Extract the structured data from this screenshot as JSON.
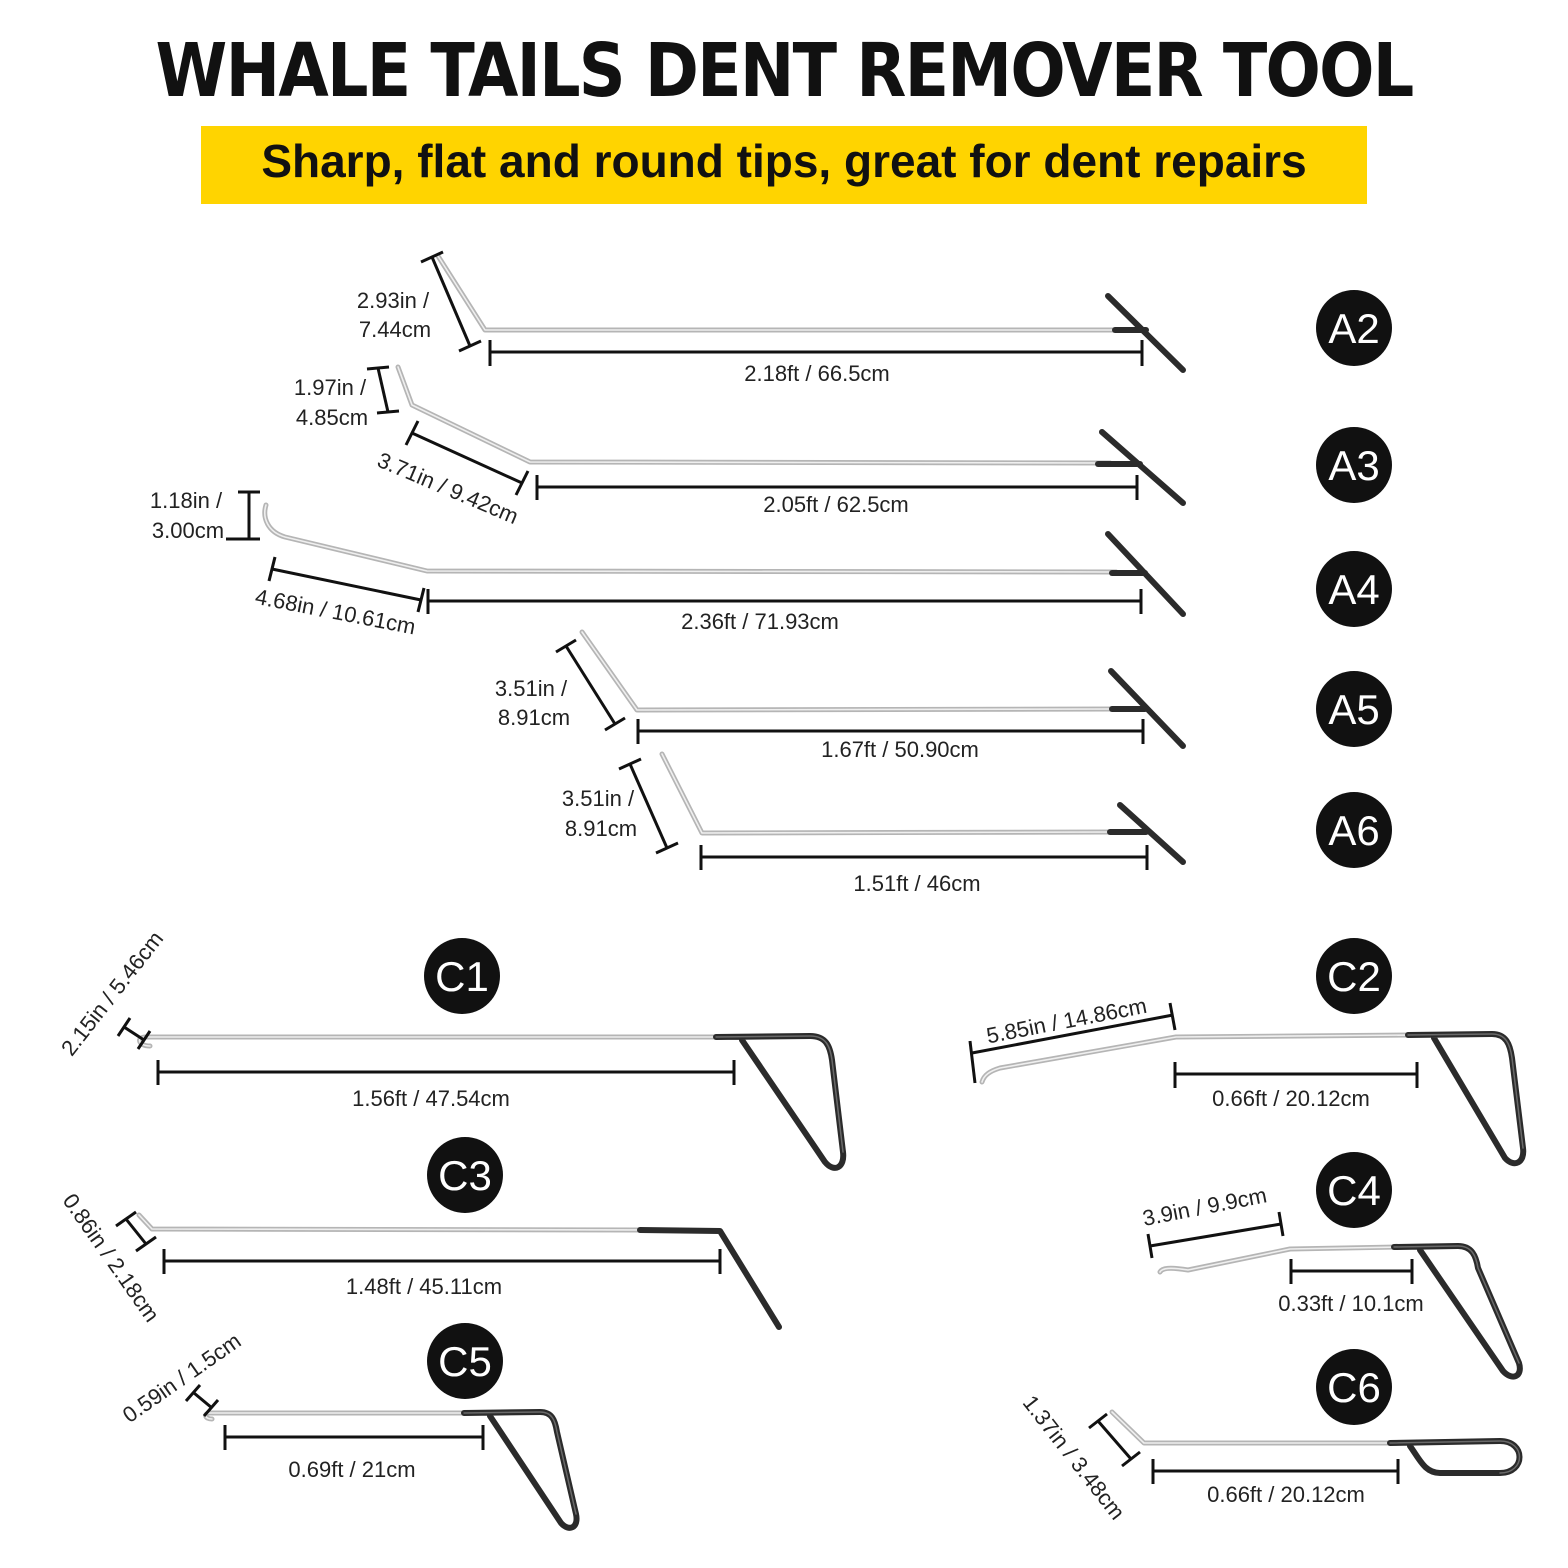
{
  "title": "WHALE TAILS DENT REMOVER TOOL",
  "subtitle": "Sharp, flat and round tips, great for dent repairs",
  "colors": {
    "banner": "#ffd400",
    "badge": "#111111",
    "rod": "#b5b5b5",
    "handle": "#2b2b2b"
  },
  "tools": {
    "a2": {
      "label": "A2",
      "tip_l1": "2.93in /",
      "tip_l2": "7.44cm",
      "length": "2.18ft / 66.5cm"
    },
    "a3": {
      "label": "A3",
      "tip_l1": "1.97in /",
      "tip_l2": "4.85cm",
      "bend": "3.71in / 9.42cm",
      "length": "2.05ft / 62.5cm"
    },
    "a4": {
      "label": "A4",
      "tip_l1": "1.18in /",
      "tip_l2": "3.00cm",
      "bend": "4.68in / 10.61cm",
      "length": "2.36ft / 71.93cm"
    },
    "a5": {
      "label": "A5",
      "tip_l1": "3.51in /",
      "tip_l2": "8.91cm",
      "length": "1.67ft / 50.90cm"
    },
    "a6": {
      "label": "A6",
      "tip_l1": "3.51in /",
      "tip_l2": "8.91cm",
      "length": "1.51ft / 46cm"
    },
    "c1": {
      "label": "C1",
      "tip": "2.15in / 5.46cm",
      "length": "1.56ft / 47.54cm"
    },
    "c2": {
      "label": "C2",
      "tip": "5.85in / 14.86cm",
      "length": "0.66ft / 20.12cm"
    },
    "c3": {
      "label": "C3",
      "tip": "0.86in / 2.18cm",
      "length": "1.48ft / 45.11cm"
    },
    "c4": {
      "label": "C4",
      "tip": "3.9in / 9.9cm",
      "length": "0.33ft / 10.1cm"
    },
    "c5": {
      "label": "C5",
      "tip": "0.59in / 1.5cm",
      "length": "0.69ft / 21cm"
    },
    "c6": {
      "label": "C6",
      "tip": "1.37in / 3.48cm",
      "length": "0.66ft / 20.12cm"
    }
  }
}
